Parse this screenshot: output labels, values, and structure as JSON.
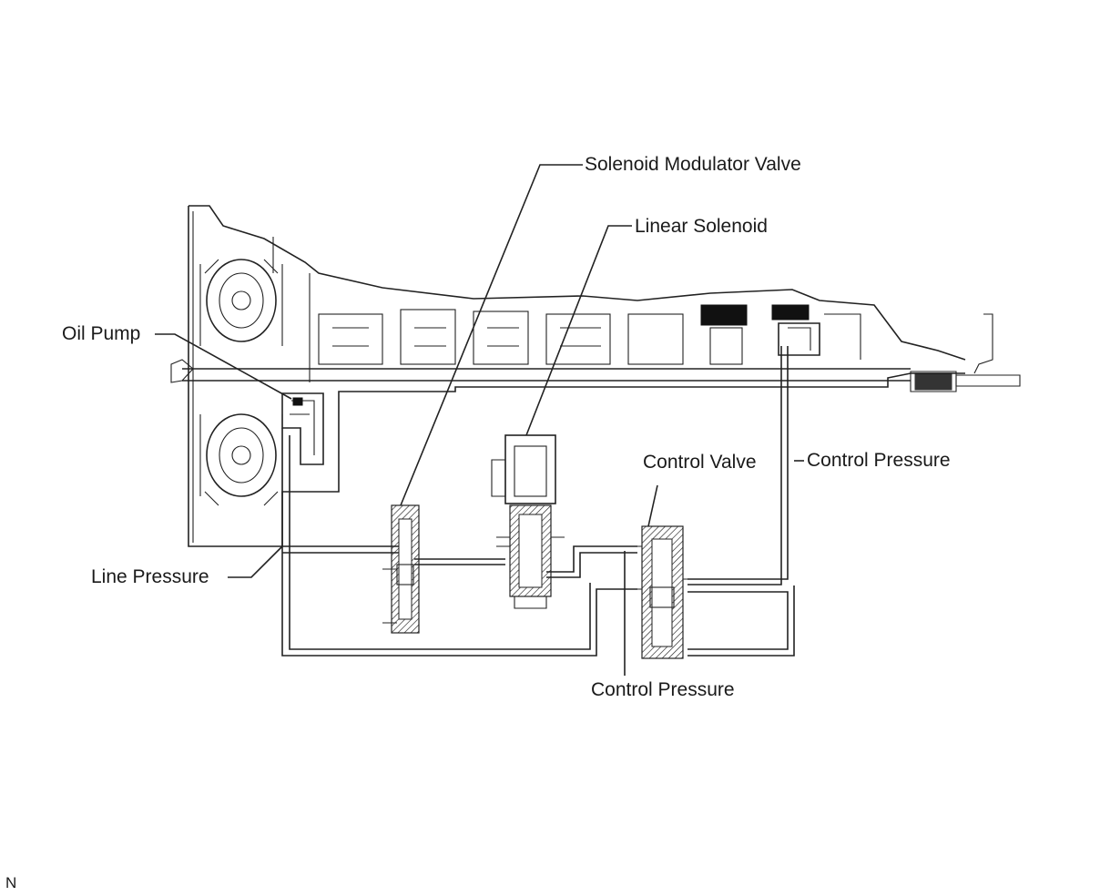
{
  "labels": {
    "solenoid_modulator_valve": "Solenoid Modulator Valve",
    "linear_solenoid": "Linear Solenoid",
    "oil_pump": "Oil Pump",
    "control_valve": "Control Valve",
    "control_pressure_right": "Control Pressure",
    "line_pressure": "Line Pressure",
    "control_pressure_bottom": "Control Pressure"
  },
  "corner_mark": "N"
}
